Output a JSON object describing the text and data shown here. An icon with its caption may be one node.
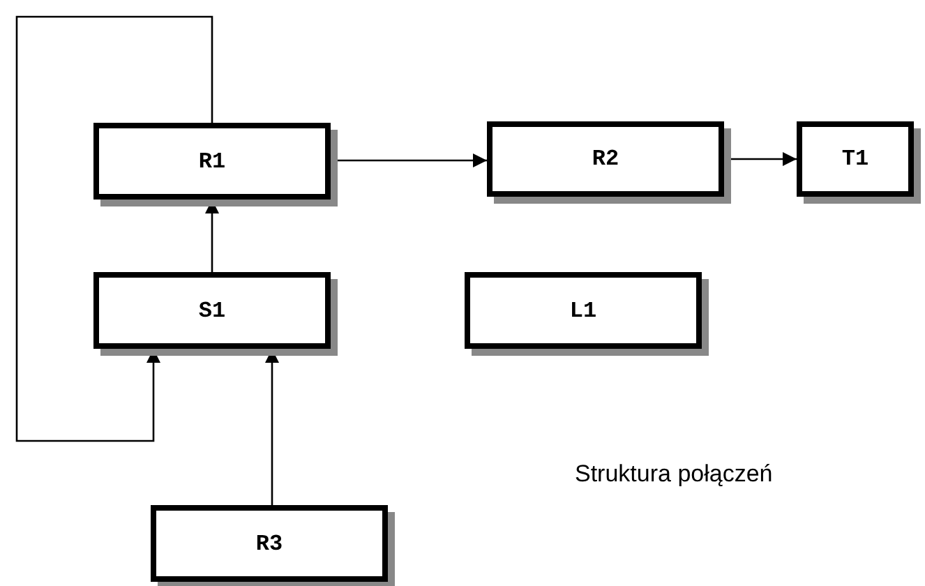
{
  "diagram": {
    "caption": "Struktura połączeń",
    "nodes": [
      {
        "text": [
          "R1"
        ]
      },
      {
        "text": [
          "R2"
        ]
      },
      {
        "text": [
          "T1"
        ]
      },
      {
        "text": [
          "S1"
        ]
      },
      {
        "text": [
          "L1"
        ]
      },
      {
        "text": [
          "R3"
        ]
      }
    ],
    "edges": [
      {
        "from": 0,
        "to": 1,
        "arrow": "to"
      },
      {
        "from": 1,
        "to": 2,
        "arrow": "to"
      },
      {
        "from": 3,
        "to": 0,
        "arrow": "to"
      },
      {
        "from": 0,
        "to": 3,
        "arrow": "to"
      },
      {
        "from": 5,
        "to": 3,
        "arrow": "to"
      }
    ]
  }
}
